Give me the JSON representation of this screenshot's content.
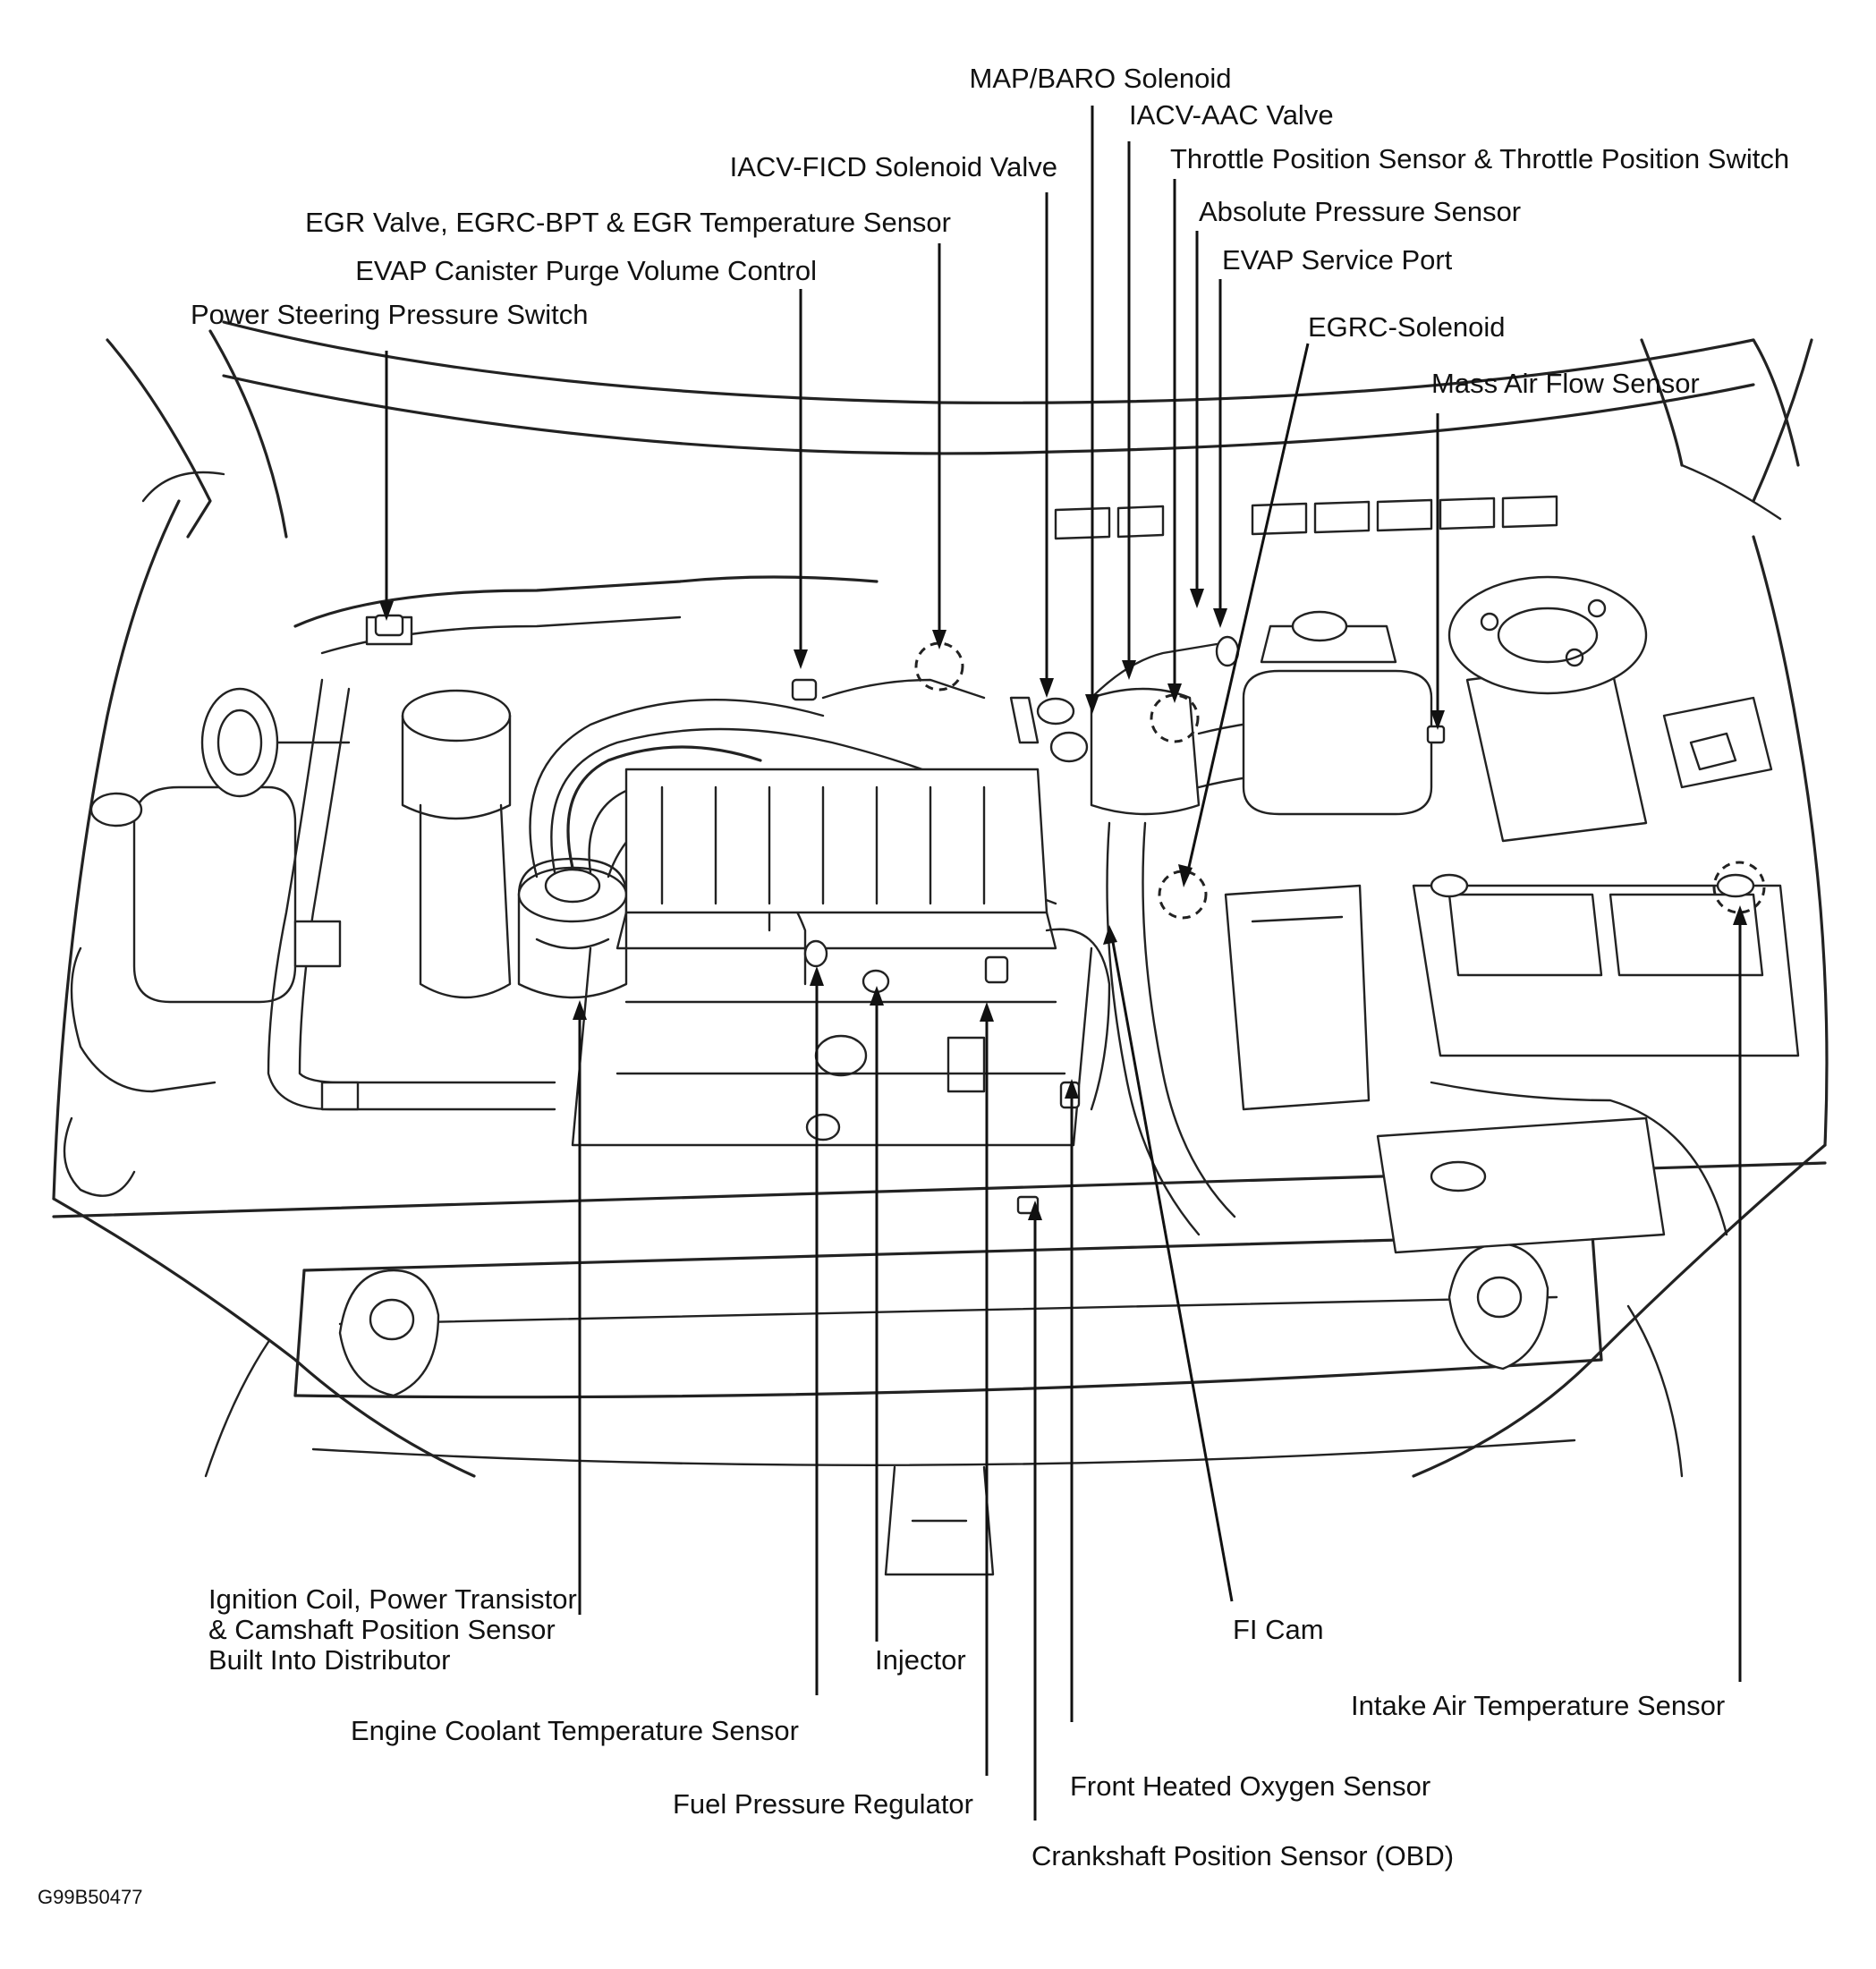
{
  "diagram": {
    "figure_code": "G99B50477",
    "labels": [
      {
        "id": "map-baro-solenoid",
        "text": "MAP/BARO Solenoid"
      },
      {
        "id": "iacv-aac-valve",
        "text": "IACV-AAC Valve"
      },
      {
        "id": "throttle-position-sensor",
        "text": "Throttle Position Sensor & Throttle Position Switch"
      },
      {
        "id": "iacv-ficd-solenoid",
        "text": "IACV-FICD Solenoid Valve"
      },
      {
        "id": "absolute-pressure-sensor",
        "text": "Absolute Pressure Sensor"
      },
      {
        "id": "egr-valve",
        "text": "EGR Valve, EGRC-BPT & EGR Temperature Sensor"
      },
      {
        "id": "evap-service-port",
        "text": "EVAP Service Port"
      },
      {
        "id": "evap-canister-purge",
        "text": "EVAP Canister Purge Volume Control"
      },
      {
        "id": "power-steering-switch",
        "text": "Power Steering Pressure Switch"
      },
      {
        "id": "egrc-solenoid",
        "text": "EGRC-Solenoid"
      },
      {
        "id": "mass-air-flow-sensor",
        "text": "Mass Air Flow Sensor"
      },
      {
        "id": "ignition-coil-line1",
        "text": "Ignition Coil, Power Transistor"
      },
      {
        "id": "ignition-coil-line2",
        "text": "& Camshaft Position Sensor"
      },
      {
        "id": "ignition-coil-line3",
        "text": "Built Into Distributor"
      },
      {
        "id": "injector",
        "text": "Injector"
      },
      {
        "id": "fi-cam",
        "text": "FI Cam"
      },
      {
        "id": "intake-air-temp-sensor",
        "text": "Intake Air Temperature Sensor"
      },
      {
        "id": "engine-coolant-temp-sensor",
        "text": "Engine Coolant Temperature Sensor"
      },
      {
        "id": "front-heated-oxygen-sensor",
        "text": "Front Heated Oxygen Sensor"
      },
      {
        "id": "fuel-pressure-regulator",
        "text": "Fuel Pressure Regulator"
      },
      {
        "id": "crankshaft-position-sensor",
        "text": "Crankshaft Position Sensor (OBD)"
      }
    ]
  }
}
